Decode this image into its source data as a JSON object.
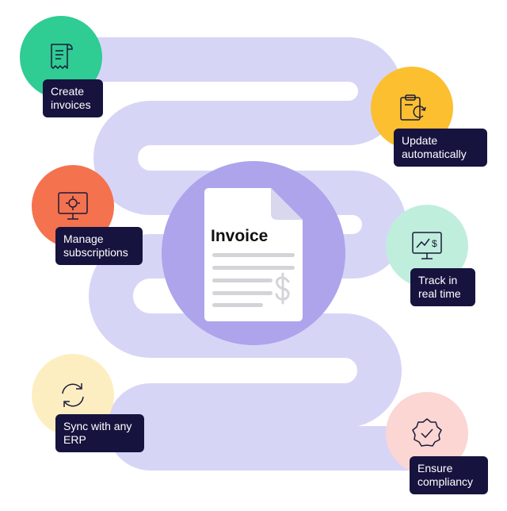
{
  "document": {
    "title": "Invoice"
  },
  "steps": [
    {
      "label": "Create\ninvoices",
      "icon": "receipt-icon",
      "color": "#2fcc93"
    },
    {
      "label": "Update\nautomatically",
      "icon": "clipboard-refresh-icon",
      "color": "#fbbf30"
    },
    {
      "label": "Manage\nsubscriptions",
      "icon": "monitor-gear-icon",
      "color": "#f4724e"
    },
    {
      "label": "Track in\nreal time",
      "icon": "monitor-chart-icon",
      "color": "#bfeedd"
    },
    {
      "label": "Sync with any\nERP",
      "icon": "sync-arrows-icon",
      "color": "#fdeec2"
    },
    {
      "label": "Ensure\ncompliancy",
      "icon": "badge-check-icon",
      "color": "#fbd6d3"
    }
  ],
  "colors": {
    "path": "#d7d5f6",
    "label_bg": "#17133f",
    "center": "#ada4ec"
  }
}
